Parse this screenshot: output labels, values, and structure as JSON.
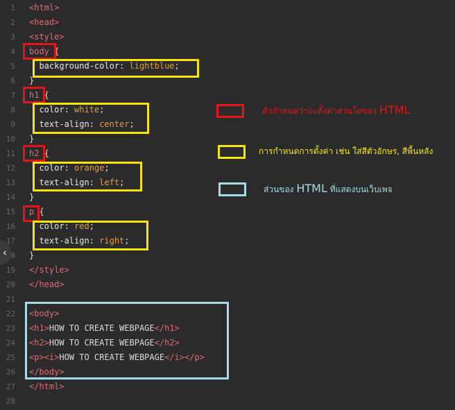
{
  "lines": [
    {
      "n": "1",
      "segments": [
        {
          "t": "<html>",
          "c": "tag"
        }
      ]
    },
    {
      "n": "2",
      "segments": [
        {
          "t": "<head>",
          "c": "tag"
        }
      ]
    },
    {
      "n": "3",
      "segments": [
        {
          "t": "<style>",
          "c": "tag"
        }
      ]
    },
    {
      "n": "4",
      "segments": [
        {
          "t": "body",
          "c": "tag"
        },
        {
          "t": " {",
          "c": "plain"
        }
      ]
    },
    {
      "n": "5",
      "segments": [
        {
          "t": "  background-color: ",
          "c": "prop"
        },
        {
          "t": "lightblue",
          "c": "val"
        },
        {
          "t": ";",
          "c": "plain"
        }
      ]
    },
    {
      "n": "6",
      "segments": [
        {
          "t": "}",
          "c": "plain"
        }
      ]
    },
    {
      "n": "7",
      "segments": [
        {
          "t": "h1",
          "c": "tag"
        },
        {
          "t": " {",
          "c": "plain"
        }
      ]
    },
    {
      "n": "8",
      "segments": [
        {
          "t": "  color: ",
          "c": "prop"
        },
        {
          "t": "white",
          "c": "val"
        },
        {
          "t": ";",
          "c": "plain"
        }
      ]
    },
    {
      "n": "9",
      "segments": [
        {
          "t": "  text-align: ",
          "c": "prop"
        },
        {
          "t": "center",
          "c": "val"
        },
        {
          "t": ";",
          "c": "plain"
        }
      ]
    },
    {
      "n": "10",
      "segments": [
        {
          "t": "}",
          "c": "plain"
        }
      ]
    },
    {
      "n": "11",
      "segments": [
        {
          "t": "h2",
          "c": "tag"
        },
        {
          "t": " {",
          "c": "plain"
        }
      ]
    },
    {
      "n": "12",
      "segments": [
        {
          "t": "  color: ",
          "c": "prop"
        },
        {
          "t": "orange",
          "c": "val"
        },
        {
          "t": ";",
          "c": "plain"
        }
      ]
    },
    {
      "n": "13",
      "segments": [
        {
          "t": "  text-align: ",
          "c": "prop"
        },
        {
          "t": "left",
          "c": "val"
        },
        {
          "t": ";",
          "c": "plain"
        }
      ]
    },
    {
      "n": "14",
      "segments": [
        {
          "t": "}",
          "c": "plain"
        }
      ]
    },
    {
      "n": "15",
      "segments": [
        {
          "t": "p",
          "c": "tag"
        },
        {
          "t": " {",
          "c": "plain"
        }
      ]
    },
    {
      "n": "16",
      "segments": [
        {
          "t": "  color: ",
          "c": "prop"
        },
        {
          "t": "red",
          "c": "val"
        },
        {
          "t": ";",
          "c": "plain"
        }
      ]
    },
    {
      "n": "17",
      "segments": [
        {
          "t": "  text-align: ",
          "c": "prop"
        },
        {
          "t": "right",
          "c": "val"
        },
        {
          "t": ";",
          "c": "plain"
        }
      ]
    },
    {
      "n": "18",
      "segments": [
        {
          "t": "}",
          "c": "plain"
        }
      ]
    },
    {
      "n": "19",
      "segments": [
        {
          "t": "</style>",
          "c": "tag"
        }
      ]
    },
    {
      "n": "20",
      "segments": [
        {
          "t": "</head>",
          "c": "tag"
        }
      ]
    },
    {
      "n": "21",
      "segments": []
    },
    {
      "n": "22",
      "segments": [
        {
          "t": "<body>",
          "c": "tag"
        }
      ]
    },
    {
      "n": "23",
      "segments": [
        {
          "t": "<h1>",
          "c": "tag"
        },
        {
          "t": "HOW TO CREATE WEBPAGE",
          "c": "plain"
        },
        {
          "t": "</h1>",
          "c": "tag"
        }
      ]
    },
    {
      "n": "24",
      "segments": [
        {
          "t": "<h2>",
          "c": "tag"
        },
        {
          "t": "HOW TO CREATE WEBPAGE",
          "c": "plain"
        },
        {
          "t": "</h2>",
          "c": "tag"
        }
      ]
    },
    {
      "n": "25",
      "segments": [
        {
          "t": "<p><i>",
          "c": "tag"
        },
        {
          "t": "HOW TO CREATE WEBPAGE",
          "c": "plain"
        },
        {
          "t": "</i></p>",
          "c": "tag"
        }
      ]
    },
    {
      "n": "26",
      "segments": [
        {
          "t": "</body>",
          "c": "tag"
        }
      ]
    },
    {
      "n": "27",
      "segments": [
        {
          "t": "</html>",
          "c": "tag"
        }
      ]
    },
    {
      "n": "28",
      "segments": []
    }
  ],
  "legend": {
    "red_text_pre": "ตัวกำหนดว่าจะตั้งค่าส่วนใดของ ",
    "red_text_big": "HTML",
    "yellow_text": "การกำหนดการตั้งค่า เช่น ใส่สีตัวอักษร, สีพื้นหลัง",
    "blue_text_pre": "ส่วนของ ",
    "blue_text_big": "HTML",
    "blue_text_post": " ที่แสดงบนเว็บเพจ"
  },
  "colors": {
    "selector_box": "#e3151a",
    "declaration_box": "#f7e60b",
    "html_box": "#a8dbe8",
    "editor_bg": "#2b2b2b"
  },
  "collapse_glyph": "‹"
}
